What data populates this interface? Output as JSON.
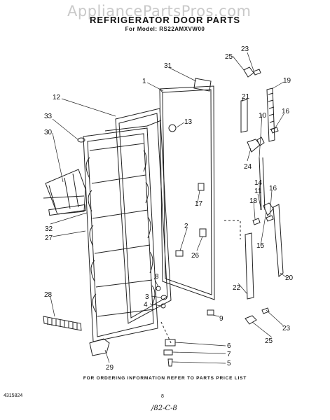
{
  "watermark": "AppliancePartsPros.com",
  "title": "REFRIGERATOR DOOR PARTS",
  "subtitle": "For Model: RS22AMXVW00",
  "footer": "FOR ORDERING INFORMATION REFER TO PARTS PRICE LIST",
  "doc_id": "4315824",
  "page_number": "8",
  "handwritten_note": "/82-C-8",
  "callouts": {
    "c1": "1",
    "c2": "2",
    "c3": "3",
    "c4": "4",
    "c5": "5",
    "c6": "6",
    "c7": "7",
    "c8": "8",
    "c9": "9",
    "c10": "10",
    "c11": "11",
    "c12": "12",
    "c13": "13",
    "c14": "14",
    "c15": "15",
    "c16a": "16",
    "c16b": "16",
    "c17": "17",
    "c18": "18",
    "c19": "19",
    "c20": "20",
    "c21": "21",
    "c22": "22",
    "c23a": "23",
    "c23b": "23",
    "c24": "24",
    "c25a": "25",
    "c25b": "25",
    "c26": "26",
    "c27": "27",
    "c28": "28",
    "c29": "29",
    "c30": "30",
    "c31": "31",
    "c32": "32",
    "c33": "33"
  }
}
